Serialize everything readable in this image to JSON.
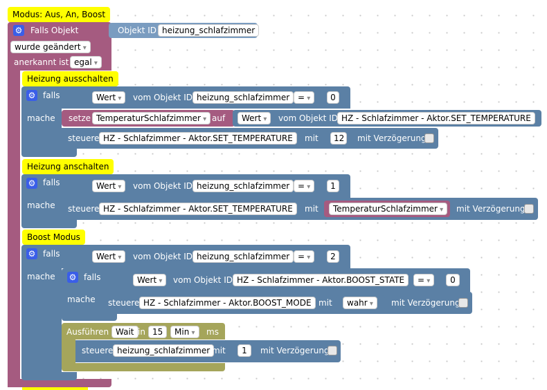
{
  "trigger": {
    "comment": "Modus: Aus, An, Boost",
    "falls_objekt": "Falls Objekt",
    "object_id_label": "Objekt ID",
    "object_id_value": "heizung_schlafzimmer",
    "wurde_geaendert": "wurde geändert",
    "anerkannt_label": "anerkannt ist",
    "anerkannt_value": "egal"
  },
  "labels": {
    "falls": "falls",
    "mache": "mache",
    "wert": "Wert",
    "vom_objekt_id": "vom Objekt ID",
    "steuere": "steuere",
    "mit": "mit",
    "mit_verzoegerung": "mit Verzögerung",
    "eq": "=",
    "setze": "setze",
    "auf": "auf"
  },
  "blocks": {
    "ausschalten": {
      "comment": "Heizung ausschalten",
      "cond_object": "heizung_schlafzimmer",
      "cond_value": "0",
      "setze_var": "TemperaturSchlafzimmer",
      "setze_object": "HZ - Schlafzimmer - Aktor.SET_TEMPERATURE",
      "steuere_object": "HZ - Schlafzimmer - Aktor.SET_TEMPERATURE",
      "steuere_value": "12"
    },
    "anschalten": {
      "comment": "Heizung anschalten",
      "cond_object": "heizung_schlafzimmer",
      "cond_value": "1",
      "steuere_object": "HZ - Schlafzimmer - Aktor.SET_TEMPERATURE",
      "steuere_var": "TemperaturSchlafzimmer"
    },
    "boost": {
      "comment": "Boost Modus",
      "cond_object": "heizung_schlafzimmer",
      "cond_value": "2",
      "inner_object": "HZ - Schlafzimmer - Aktor.BOOST_STATE",
      "inner_value": "0",
      "steuere_object": "HZ - Schlafzimmer - Aktor.BOOST_MODE",
      "steuere_value": "wahr",
      "ausfuehren": "Ausführen",
      "wait": "Wait",
      "in": "in",
      "wait_amount": "15",
      "wait_unit": "Min",
      "ms": "ms",
      "steuere2_object": "heizung_schlafzimmer",
      "steuere2_value": "1"
    }
  }
}
